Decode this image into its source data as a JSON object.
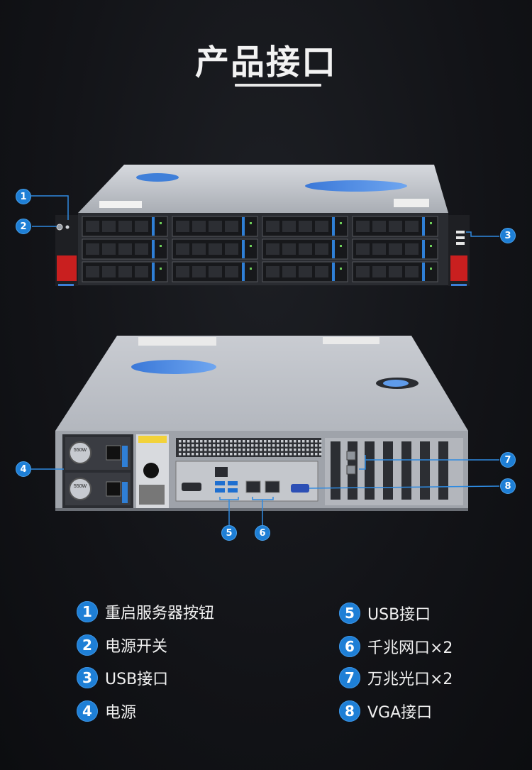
{
  "page": {
    "title": "产品接口"
  },
  "callouts": [
    "1",
    "2",
    "3",
    "4",
    "5",
    "6",
    "7",
    "8"
  ],
  "legend": [
    {
      "num": "1",
      "label": "重启服务器按钮"
    },
    {
      "num": "2",
      "label": "电源开关"
    },
    {
      "num": "3",
      "label": "USB接口"
    },
    {
      "num": "4",
      "label": "电源"
    },
    {
      "num": "5",
      "label": "USB接口"
    },
    {
      "num": "6",
      "label": "千兆网口×2"
    },
    {
      "num": "7",
      "label": "万兆光口×2"
    },
    {
      "num": "8",
      "label": "VGA接口"
    }
  ],
  "psu_labels": [
    "550W",
    "550W"
  ],
  "colors": {
    "accent": "#1e7fd6",
    "background": "#121317",
    "chassis": "#b9bdc4",
    "psu_handle": "#d11f1f"
  }
}
